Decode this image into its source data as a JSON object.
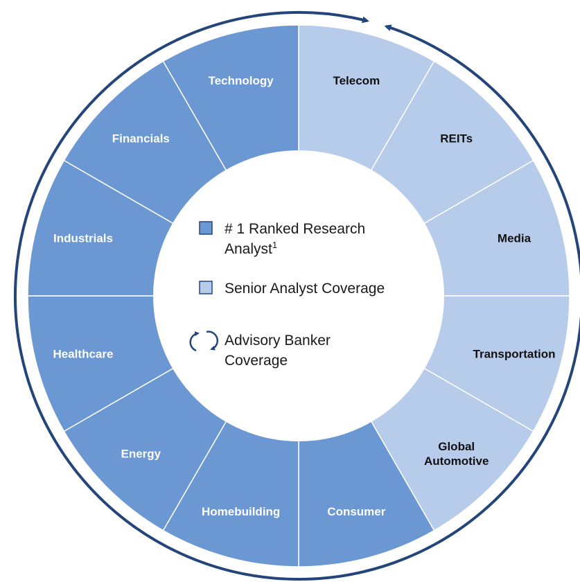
{
  "segments": [
    {
      "label": "Telecom",
      "category": "senior"
    },
    {
      "label": "REITs",
      "category": "senior"
    },
    {
      "label": "Media",
      "category": "senior"
    },
    {
      "label": "Transportation",
      "category": "senior"
    },
    {
      "label": "Global Automotive",
      "category": "senior"
    },
    {
      "label": "Consumer",
      "category": "ranked"
    },
    {
      "label": "Homebuilding",
      "category": "ranked"
    },
    {
      "label": "Energy",
      "category": "ranked"
    },
    {
      "label": "Healthcare",
      "category": "ranked"
    },
    {
      "label": "Industrials",
      "category": "ranked"
    },
    {
      "label": "Financials",
      "category": "ranked"
    },
    {
      "label": "Technology",
      "category": "ranked"
    }
  ],
  "legend": {
    "ranked": {
      "line1": "# 1 Ranked Research",
      "line2": "Analyst",
      "superscript": "1"
    },
    "senior": {
      "label": "Senior Analyst Coverage"
    },
    "advisory": {
      "line1": "Advisory Banker",
      "line2": "Coverage"
    }
  },
  "colors": {
    "ranked": "#6b97d3",
    "senior": "#b7cbea",
    "ring": "#24457a",
    "divider": "#ffffff",
    "ranked_text": "#ffffff",
    "senior_text": "#111111"
  },
  "icons": {
    "ranked_swatch": "square-swatch-icon",
    "senior_swatch": "square-swatch-icon",
    "advisory": "circular-arrows-icon"
  }
}
